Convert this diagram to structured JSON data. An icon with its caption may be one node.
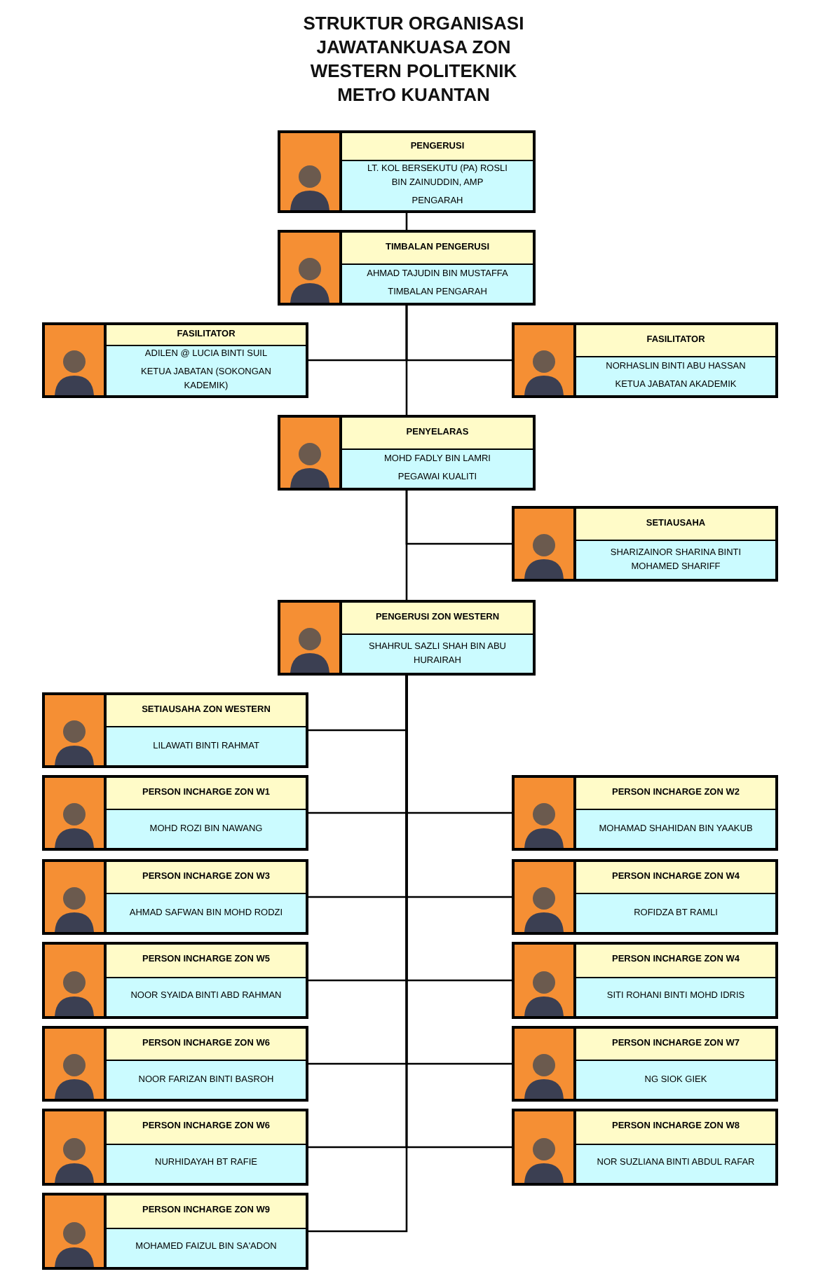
{
  "diagram": {
    "title": "STRUKTUR ORGANISASI JAWATANKUASA ZON WESTERN POLITEKNIK METrO KUANTAN",
    "nodes": [
      {
        "text": [
          "PENGERUSI",
          "LT. KOL BERSEKUTU (PA) ROSLI BIN ZAINUDDIN, AMP",
          "PENGARAH"
        ]
      },
      {
        "text": [
          "TIMBALAN PENGERUSI",
          "AHMAD TAJUDIN BIN MUSTAFFA",
          "TIMBALAN PENGARAH"
        ]
      },
      {
        "text": [
          "FASILITATOR",
          "ADILEN @ LUCIA BINTI SUIL",
          "KETUA JABATAN (SOKONGAN KADEMIK)"
        ]
      },
      {
        "text": [
          "FASILITATOR",
          "NORHASLIN BINTI ABU HASSAN",
          "KETUA JABATAN AKADEMIK"
        ]
      },
      {
        "text": [
          "PENYELARAS",
          "MOHD FADLY BIN LAMRI",
          "PEGAWAI KUALITI"
        ]
      },
      {
        "text": [
          "SETIAUSAHA",
          "SHARIZAINOR SHARINA BINTI MOHAMED SHARIFF"
        ]
      },
      {
        "text": [
          "PENGERUSI ZON WESTERN",
          "SHAHRUL SAZLI SHAH BIN ABU HURAIRAH"
        ]
      },
      {
        "text": [
          "SETIAUSAHA ZON WESTERN",
          "LILAWATI BINTI RAHMAT"
        ]
      },
      {
        "text": [
          "PERSON INCHARGE ZON W1",
          "MOHD ROZI BIN NAWANG"
        ]
      },
      {
        "text": [
          "PERSON INCHARGE ZON W2",
          "MOHAMAD SHAHIDAN BIN YAAKUB"
        ]
      },
      {
        "text": [
          "PERSON INCHARGE ZON W3",
          "AHMAD SAFWAN BIN MOHD RODZI"
        ]
      },
      {
        "text": [
          "PERSON INCHARGE ZON W4",
          "ROFIDZA BT RAMLI"
        ]
      },
      {
        "text": [
          "PERSON INCHARGE ZON W5",
          "NOOR SYAIDA BINTI ABD RAHMAN"
        ]
      },
      {
        "text": [
          "PERSON INCHARGE ZON W4",
          "SITI ROHANI BINTI MOHD IDRIS"
        ]
      },
      {
        "text": [
          "PERSON INCHARGE ZON W6",
          "NOOR FARIZAN BINTI BASROH"
        ]
      },
      {
        "text": [
          "PERSON INCHARGE ZON W7",
          "NG SIOK GIEK"
        ]
      },
      {
        "text": [
          "PERSON INCHARGE ZON W6",
          "NURHIDAYAH BT RAFIE"
        ]
      },
      {
        "text": [
          "PERSON INCHARGE ZON W8",
          "NOR SUZLIANA BINTI ABDUL RAFAR"
        ]
      },
      {
        "text": [
          "PERSON INCHARGE ZON W9",
          "MOHAMED FAIZUL BIN SA'ADON"
        ]
      }
    ],
    "edges": [
      {
        "from": 0,
        "to": 1,
        "arrow": "none"
      },
      {
        "from": 1,
        "to": 2,
        "arrow": "none"
      },
      {
        "from": 1,
        "to": 3,
        "arrow": "none"
      },
      {
        "from": 1,
        "to": 4,
        "arrow": "none"
      },
      {
        "from": 4,
        "to": 5,
        "arrow": "none"
      },
      {
        "from": 4,
        "to": 6,
        "arrow": "none"
      },
      {
        "from": 6,
        "to": 7,
        "arrow": "none"
      },
      {
        "from": 6,
        "to": 8,
        "arrow": "none"
      },
      {
        "from": 6,
        "to": 9,
        "arrow": "none"
      },
      {
        "from": 6,
        "to": 10,
        "arrow": "none"
      },
      {
        "from": 6,
        "to": 11,
        "arrow": "none"
      },
      {
        "from": 6,
        "to": 12,
        "arrow": "none"
      },
      {
        "from": 6,
        "to": 13,
        "arrow": "none"
      },
      {
        "from": 6,
        "to": 14,
        "arrow": "none"
      },
      {
        "from": 6,
        "to": 15,
        "arrow": "none"
      },
      {
        "from": 6,
        "to": 16,
        "arrow": "none"
      },
      {
        "from": 6,
        "to": 17,
        "arrow": "none"
      },
      {
        "from": 6,
        "to": 18,
        "arrow": "none"
      }
    ]
  }
}
